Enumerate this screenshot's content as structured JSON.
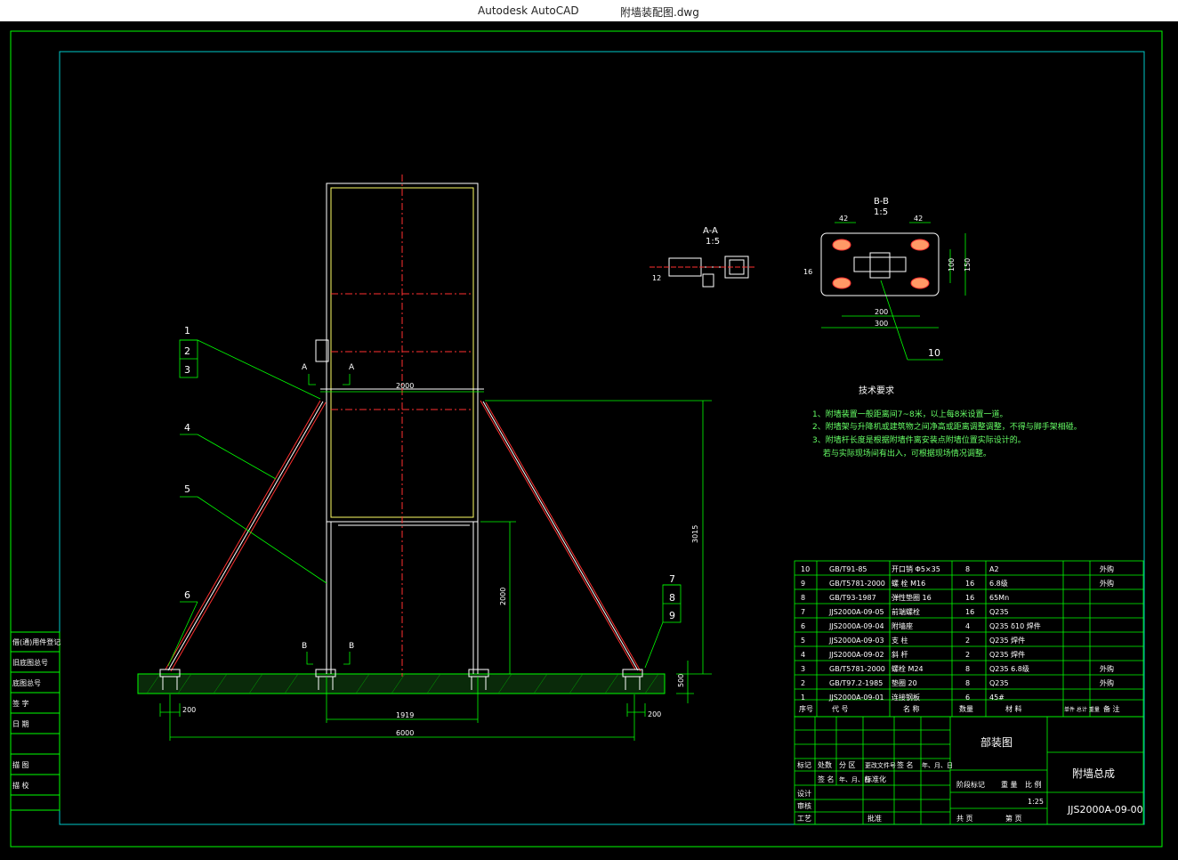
{
  "window": {
    "app_name": "Autodesk AutoCAD",
    "file_name": "附墙装配图.dwg"
  },
  "colors": {
    "background": "#000000",
    "outer_frame": "#00ff00",
    "inner_frame": "#00c8c8",
    "part": "#ffffff",
    "centerline": "#ff3030",
    "highlight": "#ffff66",
    "leader": "#00ff00"
  },
  "section_labels": {
    "aa_title": "A-A",
    "aa_scale": "1:5",
    "bb_title": "B-B",
    "bb_scale": "1:5",
    "a": "A",
    "b": "B"
  },
  "dims": {
    "top_width": "2000",
    "bottom_mid": "1919",
    "total": "6000",
    "left_200": "200",
    "right_200": "200",
    "height_main": "3015",
    "height_lower": "2000",
    "base": "500",
    "bb_42_left": "42",
    "bb_42_right": "42",
    "bb_200": "200",
    "bb_300": "300",
    "bb_100": "100",
    "bb_150": "150",
    "bb_16": "16",
    "aa_12": "12"
  },
  "balloons": [
    "1",
    "2",
    "3",
    "4",
    "5",
    "6",
    "7",
    "8",
    "9",
    "10"
  ],
  "tech_requirements": {
    "title": "技术要求",
    "lines": [
      "1、附墙装置一般距离间7~8米，以上每8米设置一道。",
      "2、附墙架与升降机或建筑物之间净高或距离调整调整，不得与脚手架相碰。",
      "3、附墙杆长度是根据附墙件离安装点附墙位置实际设计的。",
      "　 若与实际现场间有出入，可根据现场情况调整。"
    ]
  },
  "bom": {
    "rows": [
      [
        "10",
        "GB/T91-85",
        "开口销  Φ5×35",
        "8",
        "A2",
        "",
        "外购"
      ],
      [
        "9",
        "GB/T5781-2000",
        "螺  栓  M16",
        "16",
        "6.8级",
        "",
        "外购"
      ],
      [
        "8",
        "GB/T93-1987",
        "弹性垫圈  16",
        "16",
        "65Mn",
        "",
        ""
      ],
      [
        "7",
        "JJS2000A-09-05",
        "前端螺栓",
        "16",
        "Q235",
        "",
        ""
      ],
      [
        "6",
        "JJS2000A-09-04",
        "附墙座",
        "4",
        "Q235  δ10 焊件",
        "",
        ""
      ],
      [
        "5",
        "JJS2000A-09-03",
        "支  柱",
        "2",
        "Q235 焊件",
        "",
        ""
      ],
      [
        "4",
        "JJS2000A-09-02",
        "斜  杆",
        "2",
        "Q235 焊件",
        "",
        ""
      ],
      [
        "3",
        "GB/T5781-2000",
        "螺栓  M24",
        "8",
        "Q235  6.8级",
        "",
        "外购"
      ],
      [
        "2",
        "GB/T97.2-1985",
        "垫圈  20",
        "8",
        "Q235",
        "",
        "外购"
      ],
      [
        "1",
        "JJS2000A-09-01",
        "连接钢板",
        "6",
        "45#",
        "",
        ""
      ]
    ],
    "header": [
      "序号",
      "代  号",
      "名  称",
      "数量",
      "材  料",
      "单件 总计 重量",
      "备  注"
    ]
  },
  "title_block": {
    "drawing_name": "附墙总成",
    "view_type": "部装图",
    "drawing_no": "JJS2000A-09-00",
    "scale": "1:25",
    "rev_header": [
      "标记",
      "处数",
      "分  区",
      "更改文件号",
      "签  名",
      "年、月、日"
    ],
    "row2": [
      "签  名",
      "年、月、日",
      "标准化"
    ],
    "stage": [
      "阶段标记",
      "重  量",
      "比  例"
    ],
    "designer": "设计",
    "checker": "审核",
    "process": "工艺",
    "approve": "批准",
    "sheets": [
      "共  页",
      "第  页"
    ]
  },
  "left_block": [
    "借(通)用件登记",
    "旧底图总号",
    "底图总号",
    "签  字",
    "日  期",
    "描  图",
    "描  校"
  ]
}
